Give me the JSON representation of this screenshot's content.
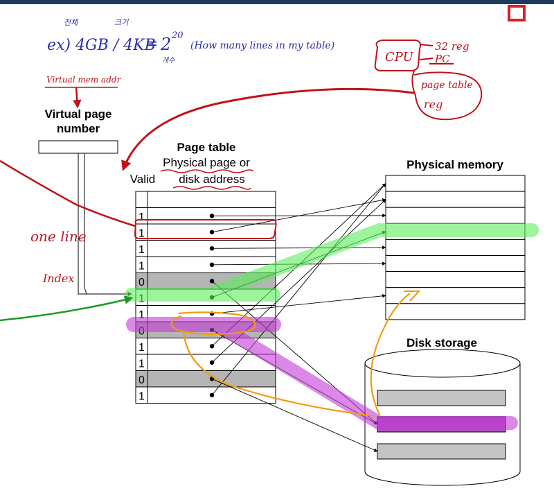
{
  "colors": {
    "top_bar": "#1f3a5f",
    "corner_box": "#e11d1d",
    "annotation_red": "#c0121b",
    "annotation_blue": "#2b2fb0",
    "highlight_green": "#5bef5b",
    "highlight_purple": "#c43bd6",
    "annotation_orange": "#f29a13",
    "annotation_green_line": "#1a9a22",
    "invalid_gray": "#b5b5b5",
    "disk_block": "#c4c4c4"
  },
  "labels": {
    "virtual_page_number_line1": "Virtual page",
    "virtual_page_number_line2": "number",
    "page_table": "Page table",
    "physical_page_or": "Physical page or",
    "disk_address": "disk address",
    "valid": "Valid",
    "physical_memory": "Physical memory",
    "disk_storage": "Disk storage"
  },
  "page_table": {
    "valid_bits": [
      "",
      "1",
      "1",
      "1",
      "1",
      "0",
      "1",
      "1",
      "0",
      "1",
      "1",
      "0",
      "1"
    ]
  },
  "annotations": {
    "formula_left": "ex) 4GB / 4KB",
    "formula_equals": "=",
    "formula_base": "2",
    "formula_exp": "20",
    "formula_note": "(How many lines in my table)",
    "korean_top_1": "전체",
    "korean_top_2": "크기",
    "korean_sub": "개수",
    "virtual_mem_addr": "Virtual mem addr",
    "cpu": "CPU",
    "reg_32": "32 reg",
    "pc": "PC",
    "page_table_reg_1": "page table",
    "page_table_reg_2": "reg",
    "one_line": "one line",
    "index": "Index"
  }
}
